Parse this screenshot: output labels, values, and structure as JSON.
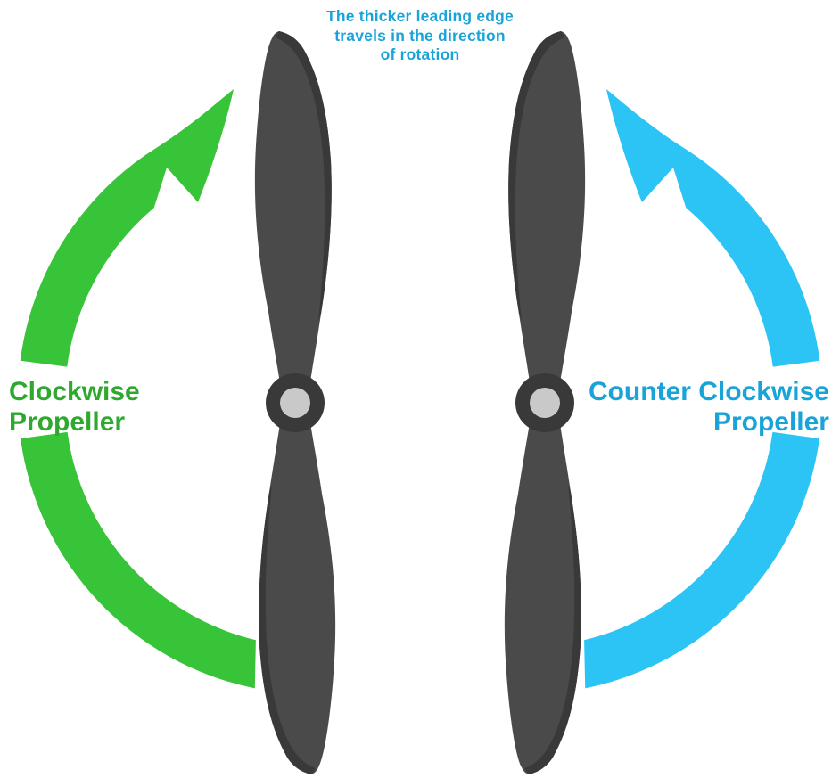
{
  "note": {
    "text": "The thicker leading edge\ntravels in the direction\nof rotation",
    "color": "#18A4D8"
  },
  "left_propeller": {
    "label": "Clockwise\nPropeller",
    "rotation": "clockwise",
    "arrow_color": "#38C438",
    "label_color": "#2FA82F"
  },
  "right_propeller": {
    "label": "Counter Clockwise\nPropeller",
    "rotation": "counter-clockwise",
    "arrow_color": "#2CC4F4",
    "label_color": "#18A4D8"
  },
  "propeller_colors": {
    "blade": "#4A4A4A",
    "leading_edge": "#393939",
    "hub_ring": "#393939",
    "hub_center": "#C9C9C9"
  },
  "background": "#FFFFFF"
}
